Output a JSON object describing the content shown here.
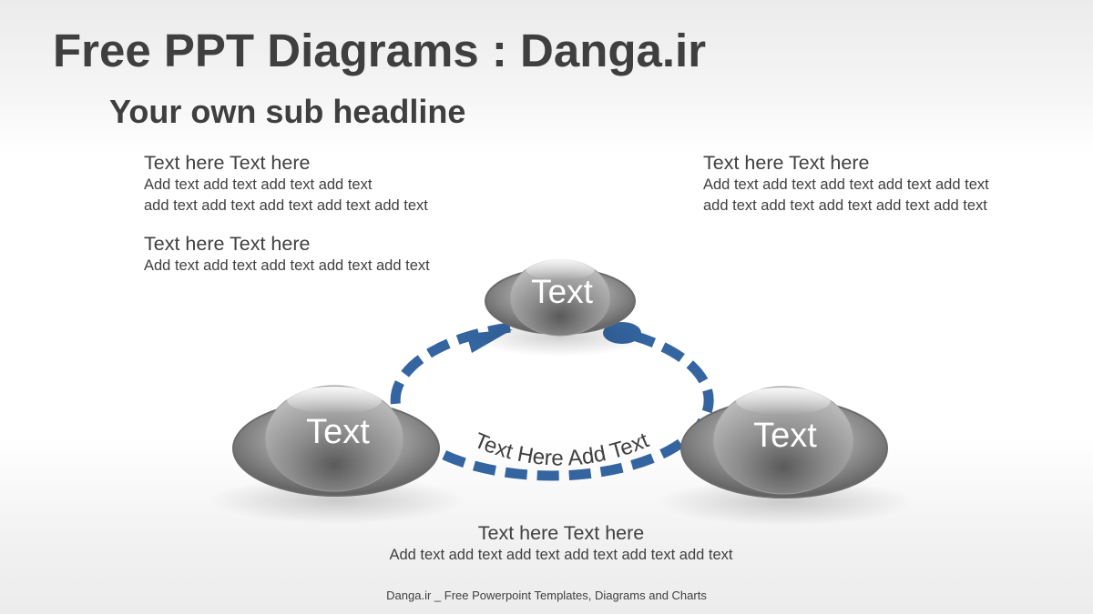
{
  "title": "Free PPT Diagrams : Danga.ir",
  "subtitle": "Your own sub headline",
  "blocks": {
    "top_left": {
      "heading": "Text here Text here",
      "lines": [
        "Add text add text add text add text",
        "add text add text add text add text add text"
      ]
    },
    "mid_left": {
      "heading": "Text here Text here",
      "lines": [
        "Add text add text add text add text add text"
      ]
    },
    "top_right": {
      "heading": "Text here Text here",
      "lines": [
        "Add text add text add text add text add text",
        "add text add text add text add text add text"
      ]
    },
    "bottom": {
      "heading": "Text here Text here",
      "lines": [
        "Add text add text add text add text add text add text"
      ]
    }
  },
  "diagram": {
    "nodes": [
      {
        "id": "top",
        "label": "Text"
      },
      {
        "id": "left",
        "label": "Text"
      },
      {
        "id": "right",
        "label": "Text"
      }
    ],
    "arc_label": "Text Here Add Text",
    "arrow_color": "#3465a0",
    "node_color": "#8a8a8a"
  },
  "footer": "Danga.ir _ Free Powerpoint Templates, Diagrams and Charts"
}
